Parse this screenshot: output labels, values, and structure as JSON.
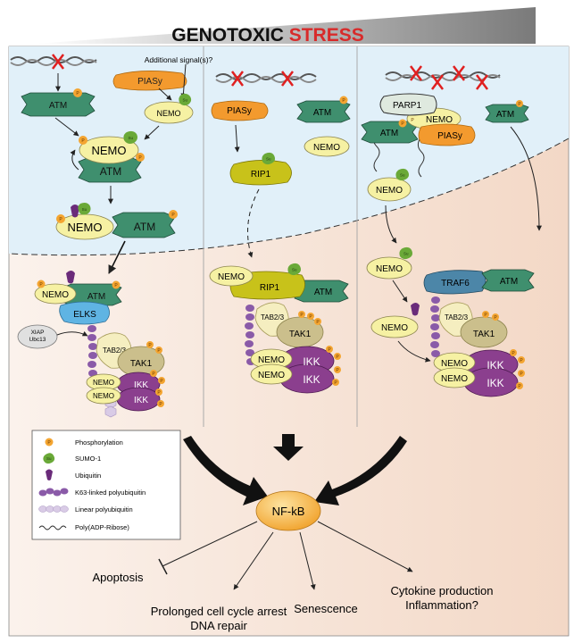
{
  "title": {
    "part1": "GENOTOXIC ",
    "part2": "STRESS"
  },
  "colors": {
    "atm": "#3f8f6e",
    "nemo": "#f6f1a3",
    "piasy": "#f39a2e",
    "rip1": "#c8c21a",
    "tab": "#f5eec0",
    "tak1": "#cbbf8c",
    "ikk": "#8b3f8e",
    "elks": "#5fb4e3",
    "traf6": "#4c86a8",
    "parp1": "#dfe9df",
    "phos": "#f4a531",
    "sumo": "#6aa938",
    "nucleus": "#e2f1fa",
    "cytoplasm": "#f8e8dd"
  },
  "panel1": {
    "signal": "Additional signal(s)?",
    "atm1": "ATM",
    "piasy": "PIASy",
    "nemo_small": "NEMO",
    "nemo_big": "NEMO",
    "atm_big": "ATM",
    "nemo_ub": "NEMO",
    "atm_ub": "ATM",
    "nemo_cyto": "NEMO",
    "atm_cyto": "ATM",
    "elks": "ELKS",
    "xiap": "XIAP\nUbc13",
    "tab": "TAB2/3",
    "tak1": "TAK1",
    "nemo_a": "NEMO",
    "nemo_b": "NEMO",
    "ikk_a": "IKK",
    "ikk_b": "IKK"
  },
  "panel2": {
    "piasy": "PIASy",
    "atm": "ATM",
    "nemo": "NEMO",
    "rip1": "RIP1",
    "nemo_c": "NEMO",
    "rip1_c": "RIP1",
    "atm_c": "ATM",
    "tab": "TAB2/3",
    "tak1": "TAK1",
    "nemo_a": "NEMO",
    "nemo_b": "NEMO",
    "ikk_a": "IKK",
    "ikk_b": "IKK"
  },
  "panel3": {
    "parp1": "PARP1",
    "nemo": "NEMO",
    "atm": "ATM",
    "piasy": "PIASy",
    "atm_r": "ATM",
    "nemo_su": "NEMO",
    "nemo_c": "NEMO",
    "traf6": "TRAF6",
    "atm_c": "ATM",
    "nemo_ub": "NEMO",
    "tab": "TAB2/3",
    "tak1": "TAK1",
    "nemo_a": "NEMO",
    "nemo_b": "NEMO",
    "ikk_a": "IKK",
    "ikk_b": "IKK"
  },
  "mark_labels": {
    "phos": "P",
    "sumo": "Su"
  },
  "legend": [
    "Phosphorylation",
    "SUMO-1",
    "Ubiquitin",
    "K63-linked polyubiquitin",
    "Linear polyubiquitin",
    "Poly(ADP-Ribose)"
  ],
  "nfkb": "NF-kB",
  "outcomes": {
    "apoptosis": "Apoptosis",
    "arrest1": "Prolonged cell cycle arrest",
    "arrest2": "DNA repair",
    "senescence": "Senescence",
    "cytokine1": "Cytokine production",
    "cytokine2": "Inflammation?"
  }
}
